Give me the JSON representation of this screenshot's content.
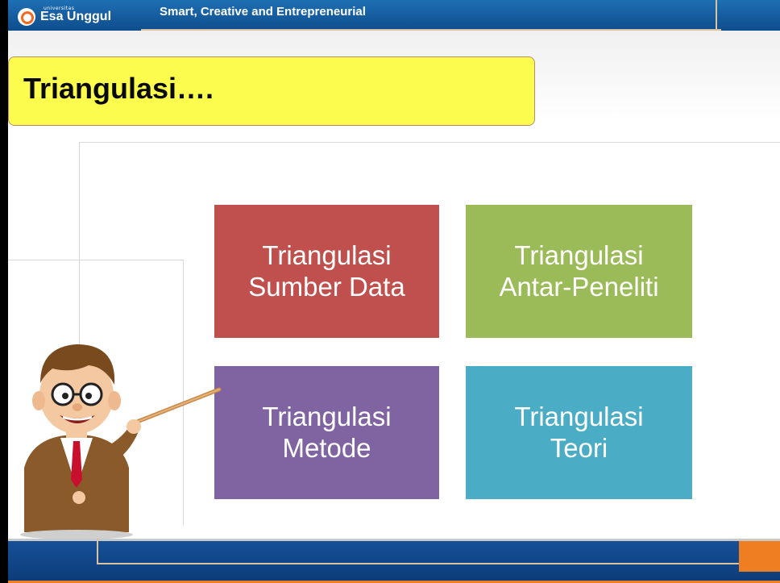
{
  "header": {
    "logo_small": "universitas",
    "logo_text": "Esa Unggul",
    "tagline": "Smart, Creative and Entrepreneurial"
  },
  "title": "Triangulasi….",
  "tiles": [
    {
      "line1": "Triangulasi",
      "line2": "Sumber Data",
      "color": "#c0504d"
    },
    {
      "line1": "Triangulasi",
      "line2": "Antar-Peneliti",
      "color": "#9bbb59"
    },
    {
      "line1": "Triangulasi",
      "line2": "Metode",
      "color": "#8064a2"
    },
    {
      "line1": "Triangulasi",
      "line2": "Teori",
      "color": "#4bacc6"
    }
  ],
  "colors": {
    "header_blue": "#1e6fb4",
    "title_yellow": "#fcfc4e",
    "accent_orange": "#ef7d22"
  }
}
